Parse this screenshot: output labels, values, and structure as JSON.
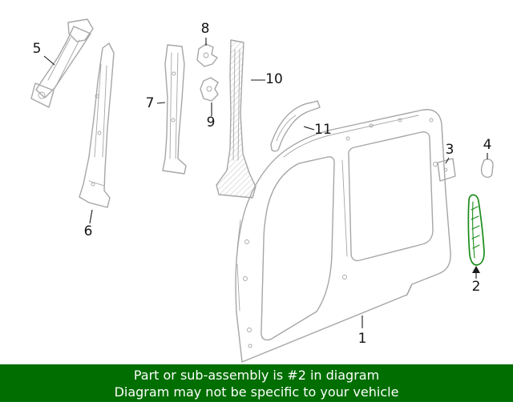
{
  "colors": {
    "background": "#ffffff",
    "line": "#a6a6a6",
    "highlight": "#1a8c1a",
    "label": "#141414",
    "banner_bg": "#006e00",
    "banner_text": "#ffffff"
  },
  "diagram": {
    "highlighted_callout": "2",
    "callouts": [
      "1",
      "2",
      "3",
      "4",
      "5",
      "6",
      "7",
      "8",
      "9",
      "10",
      "11"
    ]
  },
  "banner": {
    "line1": "Part or sub-assembly is #2 in diagram",
    "line2": "Diagram may not be specific to your vehicle"
  }
}
